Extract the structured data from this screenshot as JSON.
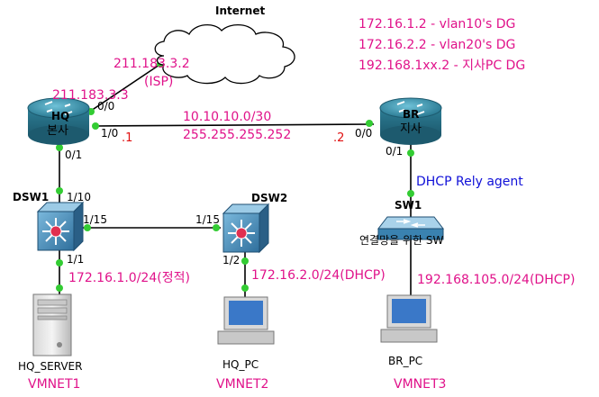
{
  "notes": {
    "line1": "172.16.1.2 - vlan10's DG",
    "line2": "172.16.2.2 - vlan20's DG",
    "line3": "192.168.1xx.2 - 지사PC DG"
  },
  "internet": {
    "label": "Internet",
    "isp_ip": "211.183.3.2",
    "isp_tag": "(ISP)"
  },
  "hq": {
    "label": "HQ",
    "label2": "본사",
    "wan_ip": "211.183.3.3",
    "port_wan": "0/0",
    "port_br": "1/0",
    "port_down": "0/1",
    "host_octet": ".1"
  },
  "br": {
    "label": "BR",
    "label2": "지사",
    "port_hq": "0/0",
    "port_down": "0/1",
    "host_octet": ".2",
    "dhcp_relay": "DHCP Rely agent"
  },
  "wan_link": {
    "network": "10.10.10.0/30",
    "mask": "255.255.255.252"
  },
  "dsw1": {
    "label": "DSW1",
    "port_up": "1/10",
    "port_right": "1/15",
    "port_down": "1/1"
  },
  "dsw2": {
    "label": "DSW2",
    "port_left": "1/15",
    "port_down": "1/2"
  },
  "sw1": {
    "label": "SW1",
    "desc": "연결망을 위한 SW"
  },
  "subnets": {
    "server": "172.16.1.0/24(정적)",
    "hq_pc": "172.16.2.0/24(DHCP)",
    "br_pc": "192.168.105.0/24(DHCP)"
  },
  "hosts": {
    "server": "HQ_SERVER",
    "hq_pc": "HQ_PC",
    "br_pc": "BR_PC"
  },
  "vmnets": {
    "server": "VMNET1",
    "hq_pc": "VMNET2",
    "br_pc": "VMNET3"
  },
  "colors": {
    "note": "#e0128a",
    "octet": "#e01010",
    "relay": "#1010d8",
    "link_dot": "#33cc33",
    "router": "#2d7e96",
    "switch": "#3a82b0"
  }
}
